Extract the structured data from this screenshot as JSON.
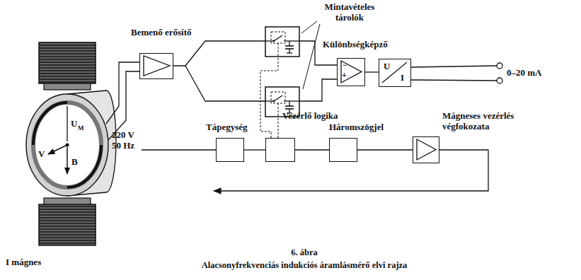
{
  "diagram": {
    "title": "6. ábra",
    "caption": "Alacsonyfrekvenciás indukciós áramlásmérő elvi rajza",
    "nodes": [
      {
        "text": [
          "Bemenő erősítő"
        ]
      },
      {
        "text": [
          "Különbségképző"
        ]
      },
      {
        "text": [
          "U",
          "I"
        ]
      },
      {
        "text": [
          "Tápegység"
        ]
      },
      {
        "text": [
          "Vezérlő logika"
        ]
      },
      {
        "text": [
          "Háromszögjel"
        ]
      },
      {
        "text": [
          "Mágneses vezérlés végfokozata"
        ]
      }
    ],
    "edges": [
      {
        "from": 1,
        "to": 2,
        "arrow": "none"
      },
      {
        "from": 3,
        "to": 4,
        "arrow": "none"
      },
      {
        "from": 4,
        "to": 5,
        "arrow": "none"
      },
      {
        "from": 5,
        "to": 6,
        "arrow": "none"
      }
    ],
    "labels": [
      "Mintavételes tárolók",
      "−",
      "+",
      "0–20 mA",
      "220 V 50 Hz",
      "V",
      "U",
      "M",
      "B",
      "I mágnes"
    ]
  }
}
